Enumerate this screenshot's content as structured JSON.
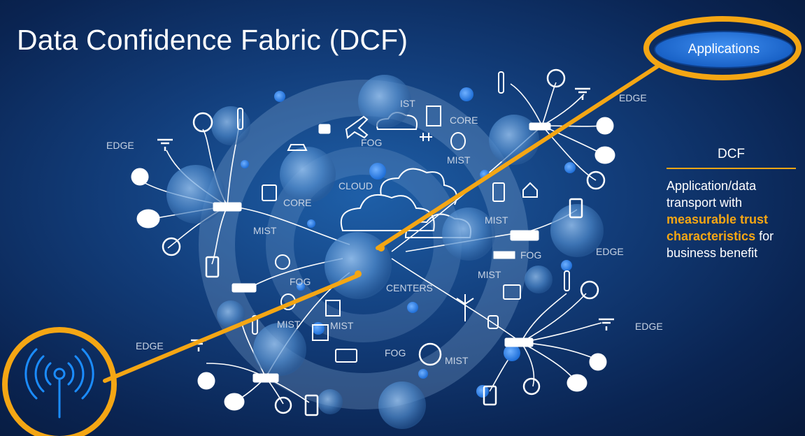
{
  "title": "Data Confidence Fabric (DCF)",
  "applications_button": "Applications",
  "ring_labels": {
    "core": "CORE",
    "fog_top": "FOG",
    "mist_top": "MIST",
    "mist_top_left": "IST",
    "cloud": "CLOUD",
    "core_left": "CORE",
    "mist_left": "MIST",
    "fog_left": "FOG",
    "centers": "CENTERS",
    "mist_right": "MIST",
    "fog_right": "FOG",
    "mist_center_right": "MIST",
    "mist_bottom_left": "MIST",
    "mist_bottom": "MIST",
    "fog_bottom": "FOG",
    "mist_bottom_right": "MIST"
  },
  "edge_labels": {
    "top_left": "EDGE",
    "top_right": "EDGE",
    "right": "EDGE",
    "bottom_right": "EDGE",
    "bottom_left": "EDGE"
  },
  "dcf_panel": {
    "heading": "DCF",
    "line1": "Application/data transport with",
    "highlight": "measurable trust characteristics",
    "line2": "for business benefit"
  },
  "colors": {
    "accent": "#f4a614",
    "background": "#0a2a5c",
    "button": "#1a63c8"
  },
  "icons": [
    "lock-icon",
    "plane-icon",
    "building-icon",
    "cloud-icon",
    "database-icon",
    "router-icon",
    "thermometer-icon",
    "gauge-icon",
    "fan-icon",
    "meter-icon",
    "speaker-icon",
    "wind-turbine-icon",
    "home-icon",
    "tablet-icon",
    "antenna-icon"
  ]
}
